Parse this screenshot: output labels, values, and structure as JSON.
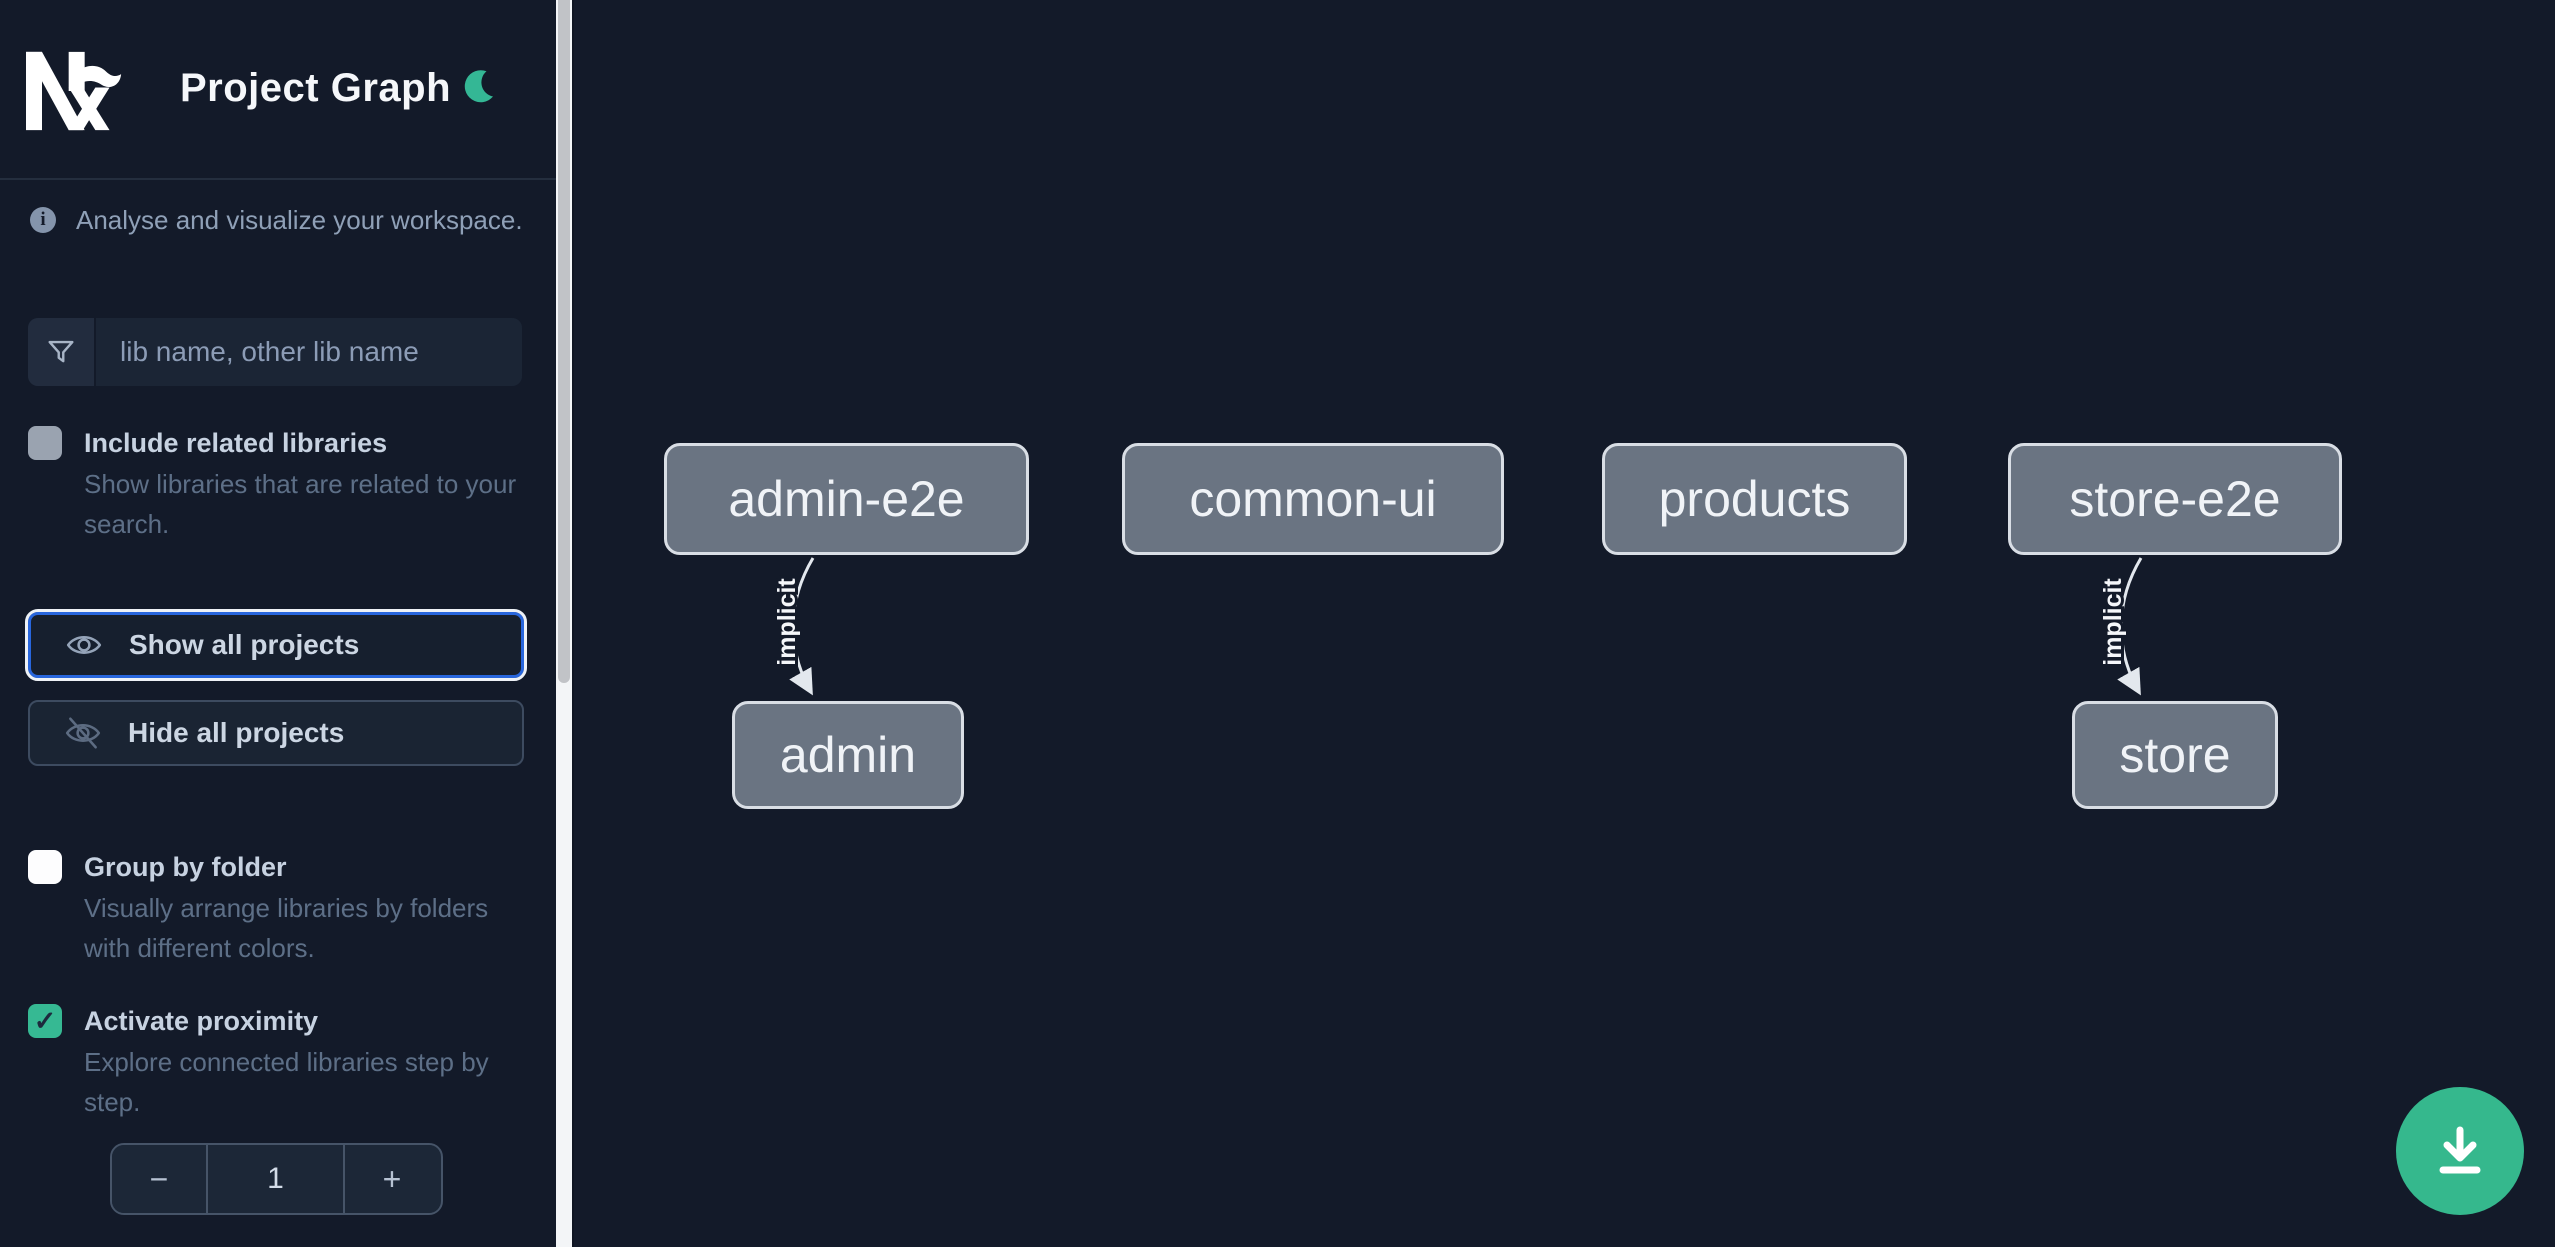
{
  "app": {
    "title": "Project Graph"
  },
  "icons": {
    "check": "✓",
    "info": "i"
  },
  "colors": {
    "accent_green": "#35b88d",
    "focus_blue": "#2866dd",
    "node_fill": "#6a7482",
    "background": "#131a29"
  },
  "sidebar": {
    "info_text": "Analyse and visualize your workspace.",
    "search": {
      "placeholder": "lib name, other lib name"
    },
    "options": [
      {
        "label": "Include related libraries",
        "description": "Show libraries that are related to your search.",
        "checked": false
      },
      {
        "label": "Group by folder",
        "description": "Visually arrange libraries by folders with different colors.",
        "checked": false
      },
      {
        "label": "Activate proximity",
        "description": "Explore connected libraries step by step.",
        "checked": true
      }
    ],
    "buttons": {
      "show_all": "Show all projects",
      "hide_all": "Hide all projects"
    },
    "stepper": {
      "decrement": "−",
      "value": "1",
      "increment": "+"
    }
  },
  "graph": {
    "nodes": [
      {
        "label": "admin-e2e"
      },
      {
        "label": "common-ui"
      },
      {
        "label": "products"
      },
      {
        "label": "store-e2e"
      },
      {
        "label": "admin"
      },
      {
        "label": "store"
      }
    ],
    "edges": [
      {
        "from": "admin-e2e",
        "to": "admin",
        "label": "implicit"
      },
      {
        "from": "store-e2e",
        "to": "store",
        "label": "implicit"
      }
    ]
  }
}
